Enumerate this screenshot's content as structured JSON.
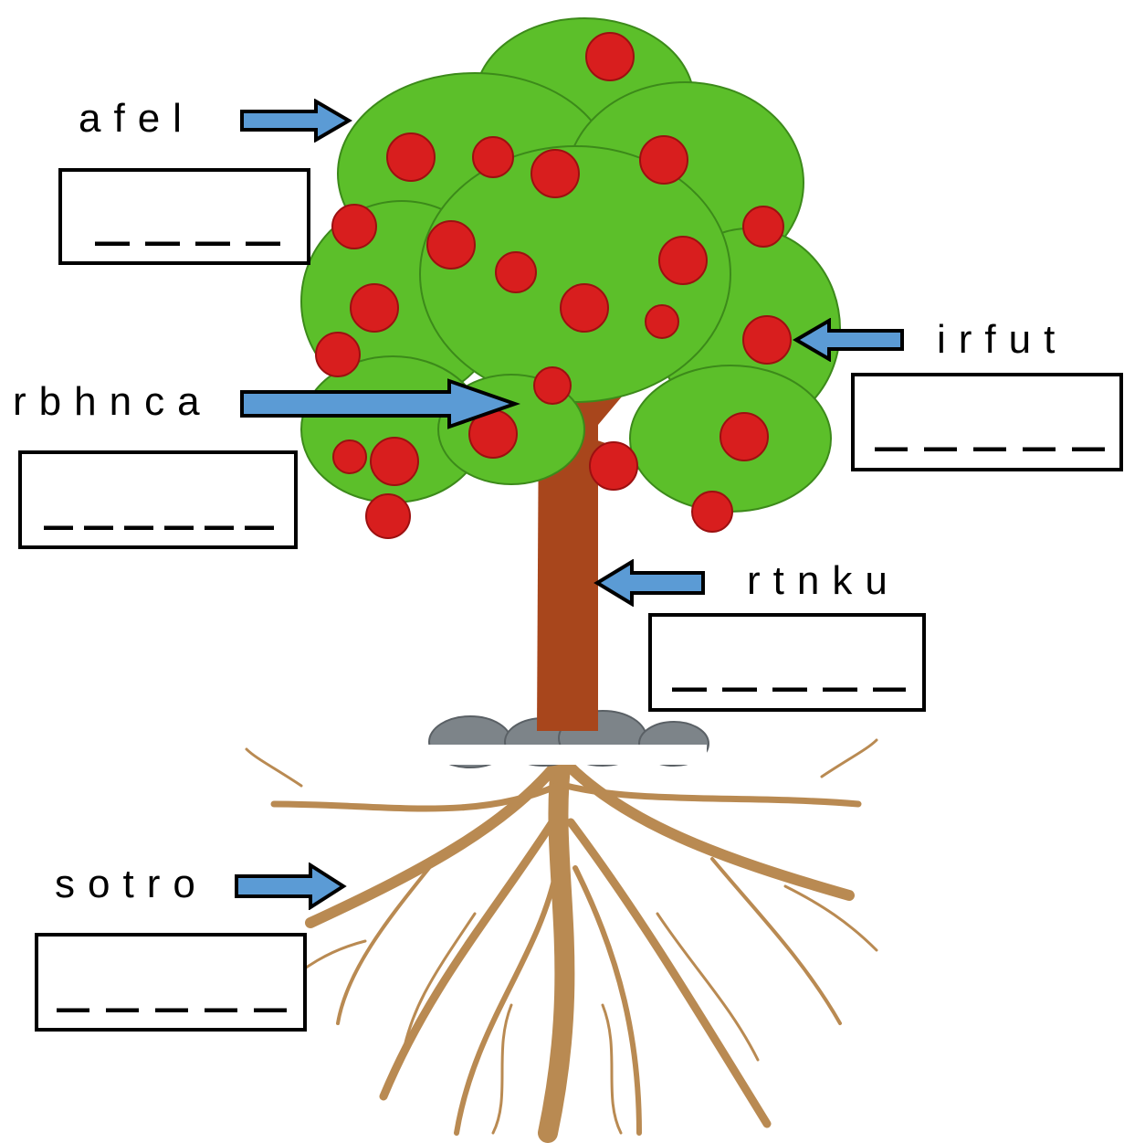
{
  "labels": [
    {
      "id": "leaf",
      "word": "afel",
      "blanks": 4
    },
    {
      "id": "fruit",
      "word": "irfut",
      "blanks": 5
    },
    {
      "id": "branch",
      "word": "rbhnca",
      "blanks": 6
    },
    {
      "id": "trunk",
      "word": "rtnku",
      "blanks": 5
    },
    {
      "id": "roots",
      "word": "sotro",
      "blanks": 5
    }
  ],
  "colors": {
    "arrow_fill": "#5b9bd5",
    "arrow_stroke": "#000000",
    "apple": "#d81e1e",
    "leaf": "#5cbf2a",
    "trunk": "#a8461c",
    "root": "#b98a52",
    "rock": "#7d8489"
  }
}
